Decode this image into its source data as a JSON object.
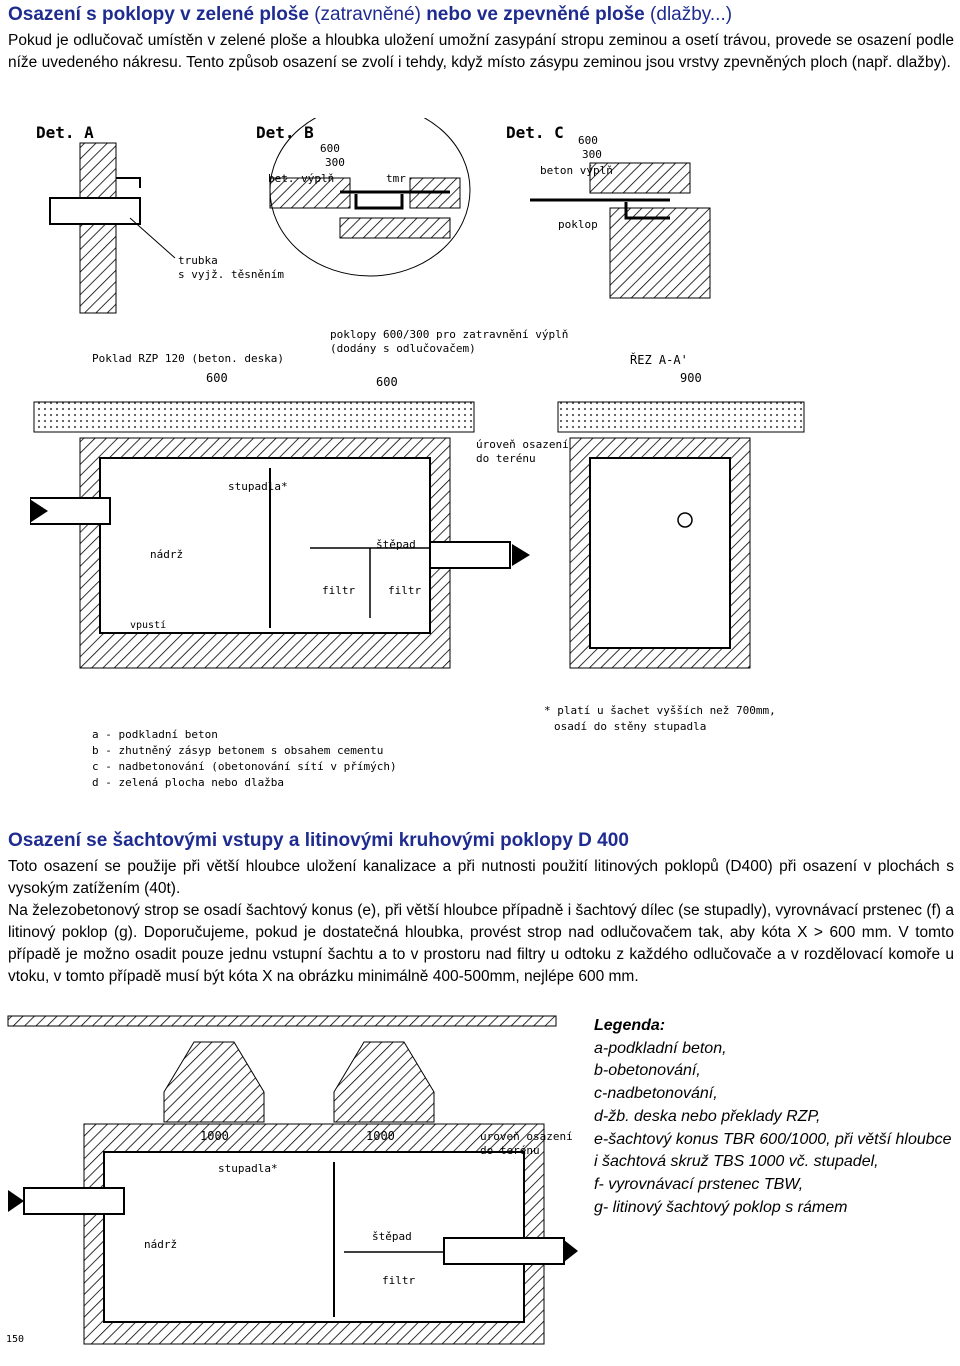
{
  "section1": {
    "heading_bold": "Osazení s poklopy v zelené ploše",
    "heading_normal1": "(zatravněné)",
    "heading_bold2": "nebo ve zpevněné ploše",
    "heading_normal2": "(dlažby...)",
    "paragraph": "Pokud je odlučovač umístěn v zelené ploše a hloubka uložení umožní zasypání stropu zeminou a osetí trávou, provede se osazení podle níže uvedeného nákresu. Tento způsob osazení se zvolí i tehdy, když místo zásypu zeminou jsou vrstvy zpevněných ploch (např. dlažby)."
  },
  "drawing1": {
    "det_a": "Det. A",
    "det_b": "Det. B",
    "det_c": "Det. C",
    "b_600": "600",
    "b_300": "300",
    "b_bet": "bet. výplň",
    "b_tmr": "tmr",
    "c_600": "600",
    "c_300": "300",
    "c_beton": "beton výplň",
    "c_poklop": "poklop",
    "a_trubka1": "trubka",
    "a_trubka2": "s vyjž. těsněním",
    "label_poklopy1": "poklopy 600/300 pro zatravnění výplň",
    "label_poklopy2": "(dodány s odlučovačem)",
    "label_poklad": "Poklad RZP 120 (beton. deska)",
    "dim_600_left": "600",
    "dim_600_mid": "600",
    "dim_900": "900",
    "rez": "ŘEZ A-A'",
    "stupadla": "stupadla*",
    "nadrz": "nádrž",
    "stepad": "štěpad",
    "filtr1": "filtr",
    "filtr2": "filtr",
    "vpusu": "vpustí",
    "uroven1": "úroveň osazení",
    "uroven2": "do terénu",
    "note1": "* platí u šachet vyšších než 700mm,",
    "note2": "osadí do stěny stupadla",
    "legend_a": "a - podkladní beton",
    "legend_b": "b - zhutněný zásyp betonem s obsahem cementu",
    "legend_c": "c - nadbetonování (obetonování sítí v přímých)",
    "legend_d": "d - zelená plocha nebo dlažba"
  },
  "section2": {
    "heading": "Osazení se šachtovými vstupy a litinovými kruhovými poklopy D 400",
    "paragraph1": "Toto osazení se použije při větší hloubce uložení kanalizace a při nutnosti použití litinových poklopů (D400) při osazení v plochách s vysokým zatížením (40t).",
    "paragraph2": "Na železobetonový strop se osadí šachtový konus (e), při větší hloubce případně i šachtový dílec (se stupadly), vyrovnávací prstenec (f) a litinový poklop (g). Doporučujeme, pokud je dostatečná hloubka, provést strop nad odlučovačem tak, aby kóta X > 600 mm. V tomto případě je možno osadit pouze jednu vstupní šachtu a to v prostoru nad filtry u odtoku z každého odlučovače a v rozdělovací komoře u vtoku, v tomto případě musí být kóta X na obrázku minimálně 400-500mm, nejlépe 600 mm."
  },
  "drawing2": {
    "dim_1000_left": "1000",
    "dim_1000_right": "1000",
    "stupadla": "stupadla*",
    "nadrz": "nádrž",
    "stepad": "štěpad",
    "filtr": "filtr",
    "uroven1": "úroveň osazení",
    "uroven2": "do terénu",
    "dim_150": "150"
  },
  "legend": {
    "title": "Legenda:",
    "items": [
      " a-podkladní beton,",
      "b-obetonování,",
      "c-nadbetonování,",
      "d-žb. deska nebo překlady RZP,",
      "e-šachtový konus TBR 600/1000, při větší hloubce",
      "i šachtová skruž TBS 1000 vč. stupadel,",
      "f- vyrovnávací prstenec TBW,",
      "g- litinový šachtový poklop s rámem"
    ]
  }
}
